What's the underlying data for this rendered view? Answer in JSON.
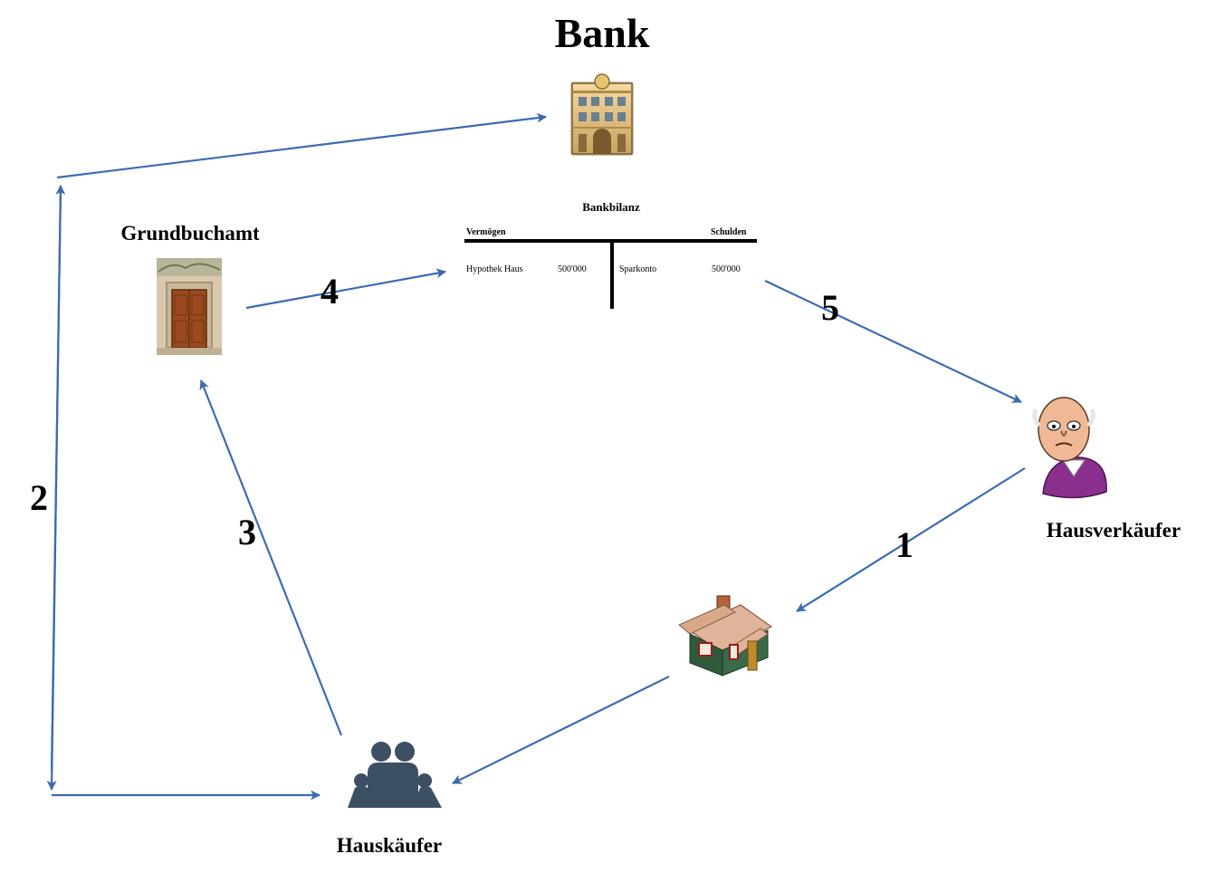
{
  "title": "Bank",
  "nodes": {
    "grundbuchamt": "Grundbuchamt",
    "hausverkaeufer": "Hausverkäufer",
    "hauskaeufer": "Hauskäufer"
  },
  "balance_sheet": {
    "title": "Bankbilanz",
    "left_header": "Vermögen",
    "right_header": "Schulden",
    "rows": [
      {
        "asset": "Hypothek Haus",
        "asset_value": "500'000",
        "liability": "Sparkonto",
        "liability_value": "500'000"
      }
    ]
  },
  "steps": [
    "1",
    "2",
    "3",
    "4",
    "5"
  ],
  "colors": {
    "arrow": "#3d6bb0",
    "people_icon": "#3d4f63"
  },
  "icons": [
    "bank-building-icon",
    "door-icon",
    "old-man-icon",
    "house-icon",
    "family-icon"
  ]
}
